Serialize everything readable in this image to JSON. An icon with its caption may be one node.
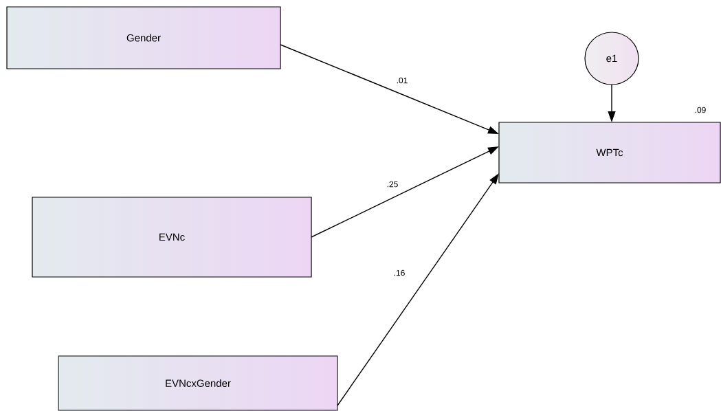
{
  "diagram": {
    "nodes": [
      {
        "text": [
          "Gender"
        ]
      },
      {
        "text": [
          "WPTc"
        ],
        "beside": [
          ".09"
        ]
      },
      {
        "text": [
          "e1"
        ]
      },
      {
        "text": [
          "EVNc"
        ]
      },
      {
        "text": [
          "EVNcxGender"
        ]
      }
    ],
    "edges": [
      {
        "from": 0,
        "to": 1,
        "label": ".01",
        "arrow": "to"
      },
      {
        "from": 3,
        "to": 1,
        "label": ".25",
        "arrow": "to"
      },
      {
        "from": 4,
        "to": 1,
        "label": ".16",
        "arrow": "to"
      },
      {
        "from": 2,
        "to": 1,
        "arrow": "to"
      }
    ]
  }
}
